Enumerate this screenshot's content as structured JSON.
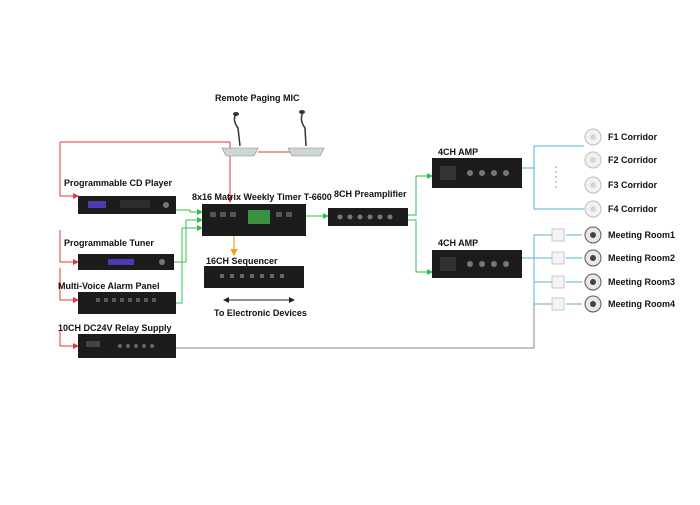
{
  "diagram": {
    "labels": {
      "remote_mic": "Remote Paging MIC",
      "cd_player": "Programmable CD Player",
      "tuner": "Programmable Tuner",
      "alarm_panel": "Multi-Voice Alarm Panel",
      "relay_supply": "10CH DC24V Relay Supply",
      "matrix_timer": "8x16 Matrix Weekly Timer T-6600",
      "sequencer": "16CH Sequencer",
      "electronic_devices": "To Electronic Devices",
      "preamplifier": "8CH Preamplifier",
      "amp_top": "4CH AMP",
      "amp_bottom": "4CH AMP"
    },
    "zones": [
      {
        "label": "F1 Corridor"
      },
      {
        "label": "F2 Corridor"
      },
      {
        "label": "F3 Corridor"
      },
      {
        "label": "F4 Corridor"
      }
    ],
    "rooms": [
      {
        "label": "Meeting Room1"
      },
      {
        "label": "Meeting Room2"
      },
      {
        "label": "Meeting Room3"
      },
      {
        "label": "Meeting Room4"
      }
    ],
    "colors": {
      "red_wire": "#e23a3a",
      "green_wire": "#2ec44a",
      "blue_wire": "#5ab0dc",
      "gray_wire": "#8a8a8a",
      "orange_arrow": "#f0a020",
      "device_body": "#1c1c1c"
    }
  }
}
